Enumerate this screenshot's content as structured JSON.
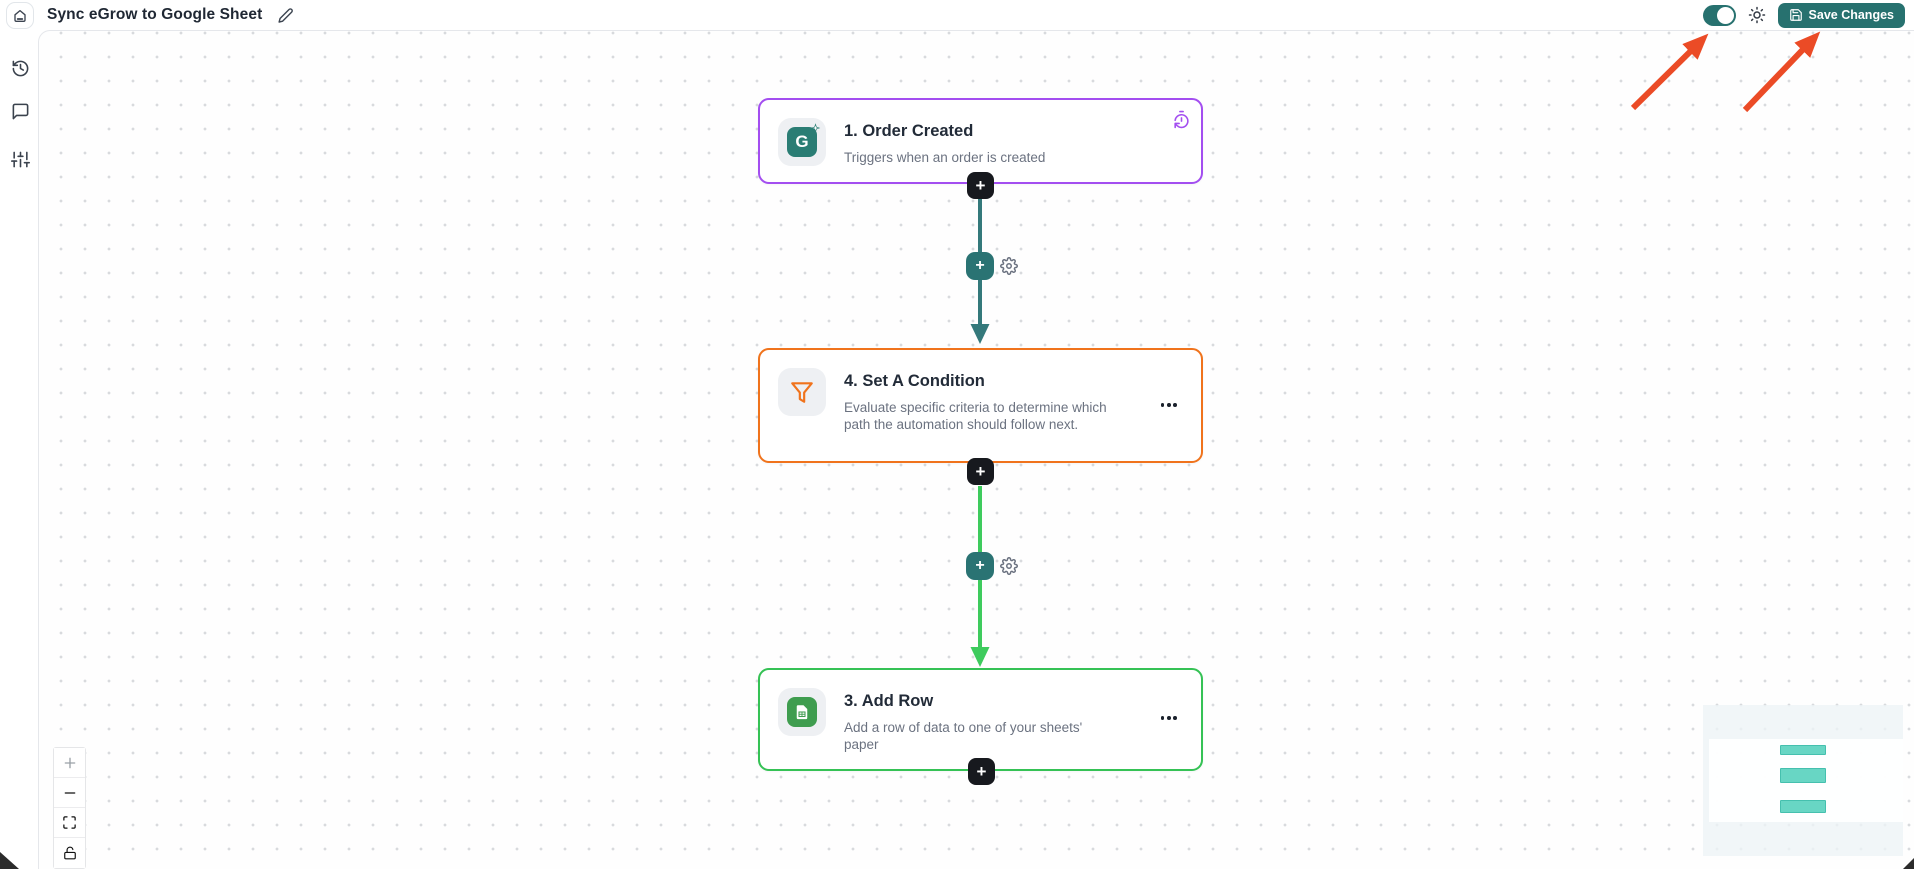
{
  "header": {
    "title": "Sync eGrow to Google Sheet",
    "app_icon": "home-icon",
    "edit_icon": "pencil-icon",
    "autosave_toggle": {
      "state": "on",
      "color": "#27716f"
    },
    "theme_icon": "sun-icon",
    "save_button": {
      "label": "Save Changes",
      "icon": "save-icon",
      "color": "#27716f"
    }
  },
  "sidebar": {
    "items": [
      {
        "name": "history",
        "icon": "history-icon"
      },
      {
        "name": "comments",
        "icon": "comment-icon"
      },
      {
        "name": "settings",
        "icon": "sliders-icon"
      }
    ]
  },
  "canvas": {
    "nodes": [
      {
        "title": "1. Order Created",
        "description": "Triggers when an order is created",
        "accent": "#a34ef0",
        "icon": "egrow-g-icon",
        "badge_icon": "timer-history-icon"
      },
      {
        "title": "4. Set A Condition",
        "description": "Evaluate specific criteria to determine which path the automation should follow next.",
        "accent": "#f0731c",
        "icon": "funnel-icon",
        "menu_icon": "more-dots-icon"
      },
      {
        "title": "3. Add Row",
        "description": "Add a row of data to one of your sheets' paper",
        "accent": "#35c255",
        "icon": "google-sheets-icon",
        "menu_icon": "more-dots-icon"
      }
    ],
    "connectors": [
      {
        "from": "node-1-order-created",
        "to": "node-4-set-a-condition",
        "color": "#34797b"
      },
      {
        "from": "node-4-set-a-condition",
        "to": "node-3-add-row",
        "color": "#3ecb5d"
      }
    ],
    "glyphs": {
      "plus": "+"
    },
    "controls": [
      {
        "name": "zoom-in",
        "icon": "plus-icon"
      },
      {
        "name": "zoom-out",
        "icon": "minus-icon"
      },
      {
        "name": "fit-view",
        "icon": "maximize-icon"
      },
      {
        "name": "lock",
        "icon": "unlock-icon"
      }
    ],
    "minimap": {
      "bar_color": "#68d6c4",
      "bars": 3
    }
  },
  "annotations": {
    "arrow_color": "#eb4b26",
    "arrows": [
      {
        "points_to": "autosave-toggle"
      },
      {
        "points_to": "save-changes-button"
      }
    ]
  },
  "colors": {
    "teal": "#27716f",
    "purple": "#a34ef0",
    "orange": "#f0731c",
    "green": "#35c255",
    "bright_green": "#3ecb5d",
    "red_arrow": "#eb4b26"
  }
}
